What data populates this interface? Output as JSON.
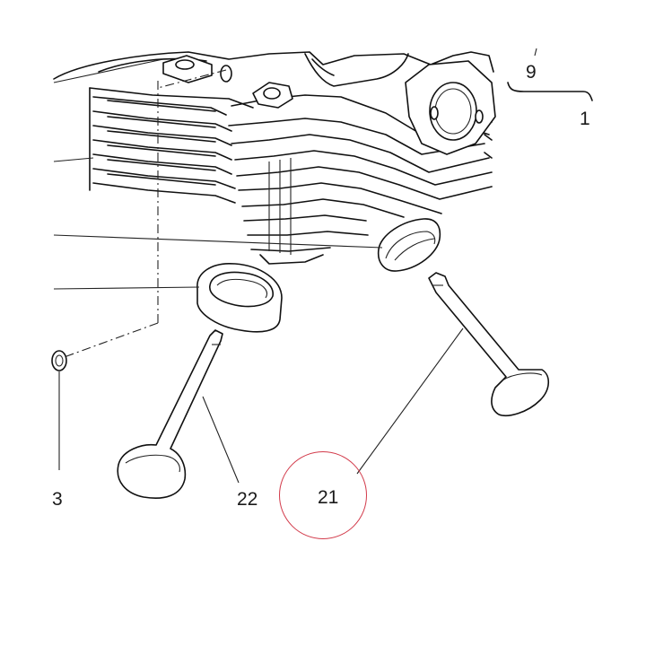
{
  "callouts": {
    "c9": "9",
    "c1": "1",
    "c3": "3",
    "c22": "22",
    "c21": "21"
  },
  "highlight": {
    "target": "21",
    "ring_color": "#d23a4a"
  },
  "ink_color": "#111111"
}
